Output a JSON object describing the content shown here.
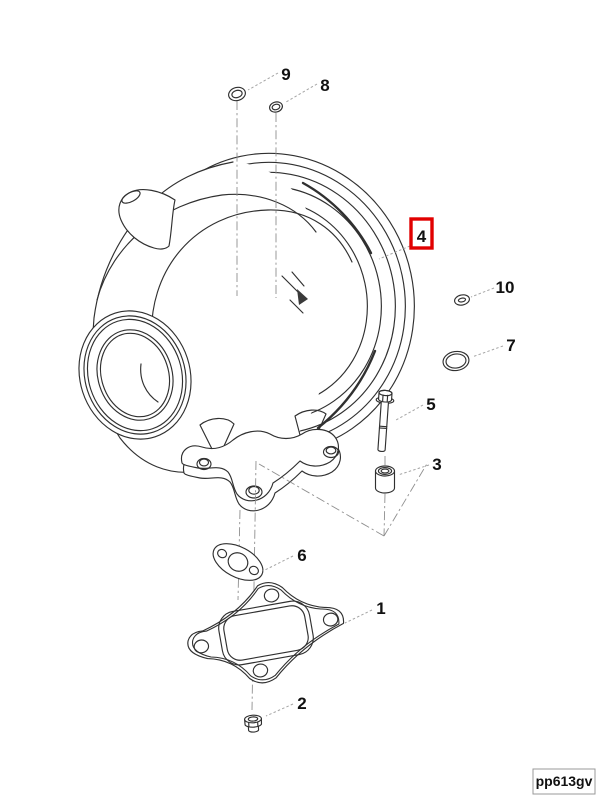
{
  "diagram": {
    "callouts": [
      {
        "num": "1",
        "highlighted": false
      },
      {
        "num": "2",
        "highlighted": false
      },
      {
        "num": "3",
        "highlighted": false
      },
      {
        "num": "4",
        "highlighted": true
      },
      {
        "num": "5",
        "highlighted": false
      },
      {
        "num": "6",
        "highlighted": false
      },
      {
        "num": "7",
        "highlighted": false
      },
      {
        "num": "8",
        "highlighted": false
      },
      {
        "num": "9",
        "highlighted": false
      },
      {
        "num": "10",
        "highlighted": false
      }
    ],
    "part_code": "pp613gv",
    "colors": {
      "highlight": "#e10000",
      "line": "#303030",
      "leader": "#a5a5a5",
      "background": "#ffffff"
    }
  }
}
